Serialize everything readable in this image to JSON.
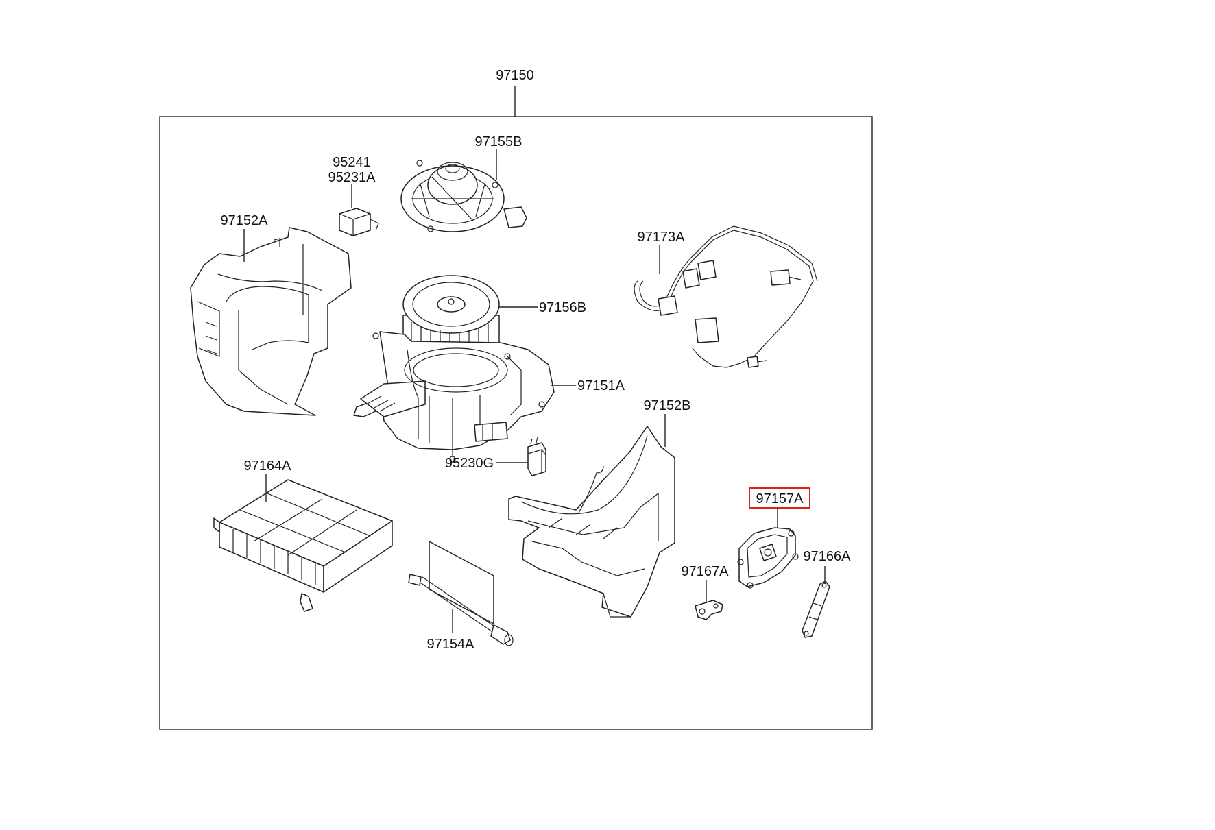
{
  "diagram": {
    "assembly_label": "97150",
    "highlight_color": "#e02020",
    "parts": {
      "p97155B": "97155B",
      "p95241": "95241",
      "p95231A": "95231A",
      "p97152A": "97152A",
      "p97173A": "97173A",
      "p97156B": "97156B",
      "p97151A": "97151A",
      "p97152B": "97152B",
      "p95230G": "95230G",
      "p97164A": "97164A",
      "p97157A": "97157A",
      "p97166A": "97166A",
      "p97167A": "97167A",
      "p97154A": "97154A"
    },
    "highlighted_part": "97157A"
  }
}
